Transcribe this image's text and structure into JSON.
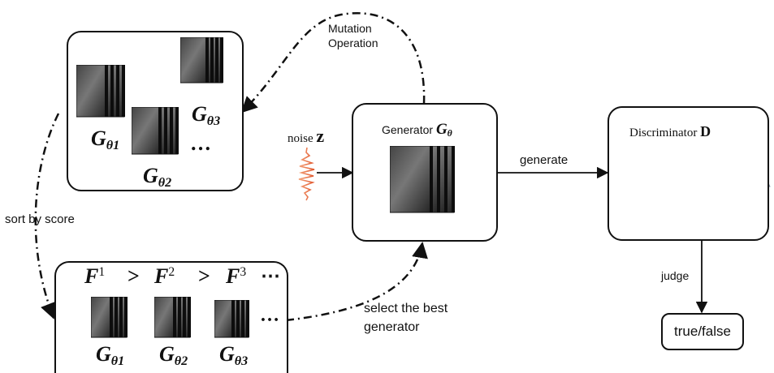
{
  "population": {
    "labels": {
      "g3": {
        "base": "G",
        "sub": "θ3"
      },
      "g1": {
        "base": "G",
        "sub": "θ1"
      },
      "g2": {
        "base": "G",
        "sub": "θ2"
      },
      "ellipsis": "…"
    }
  },
  "mutation_label": [
    "Mutation",
    "Operation"
  ],
  "sort_label": "sort by score",
  "ranking": {
    "f1": {
      "base": "F",
      "sup": "1"
    },
    "gt1": ">",
    "f2": {
      "base": "F",
      "sup": "2"
    },
    "gt2": ">",
    "f3": {
      "base": "F",
      "sup": "3"
    },
    "f_ellipsis": "⋯",
    "g_labels": [
      {
        "base": "G",
        "sub": "θ1"
      },
      {
        "base": "G",
        "sub": "θ2"
      },
      {
        "base": "G",
        "sub": "θ3"
      }
    ],
    "ellipsis": "…"
  },
  "noise": {
    "text": "noise ",
    "var": "z"
  },
  "generator": {
    "title": "Generator ",
    "symbol": {
      "base": "G",
      "sub": "θ"
    }
  },
  "generate_label": "generate",
  "select_label": [
    "select the best",
    "generator"
  ],
  "discriminator": {
    "title": "Discriminator ",
    "symbol": "D"
  },
  "judge_label": "judge",
  "result_label": "true/false"
}
